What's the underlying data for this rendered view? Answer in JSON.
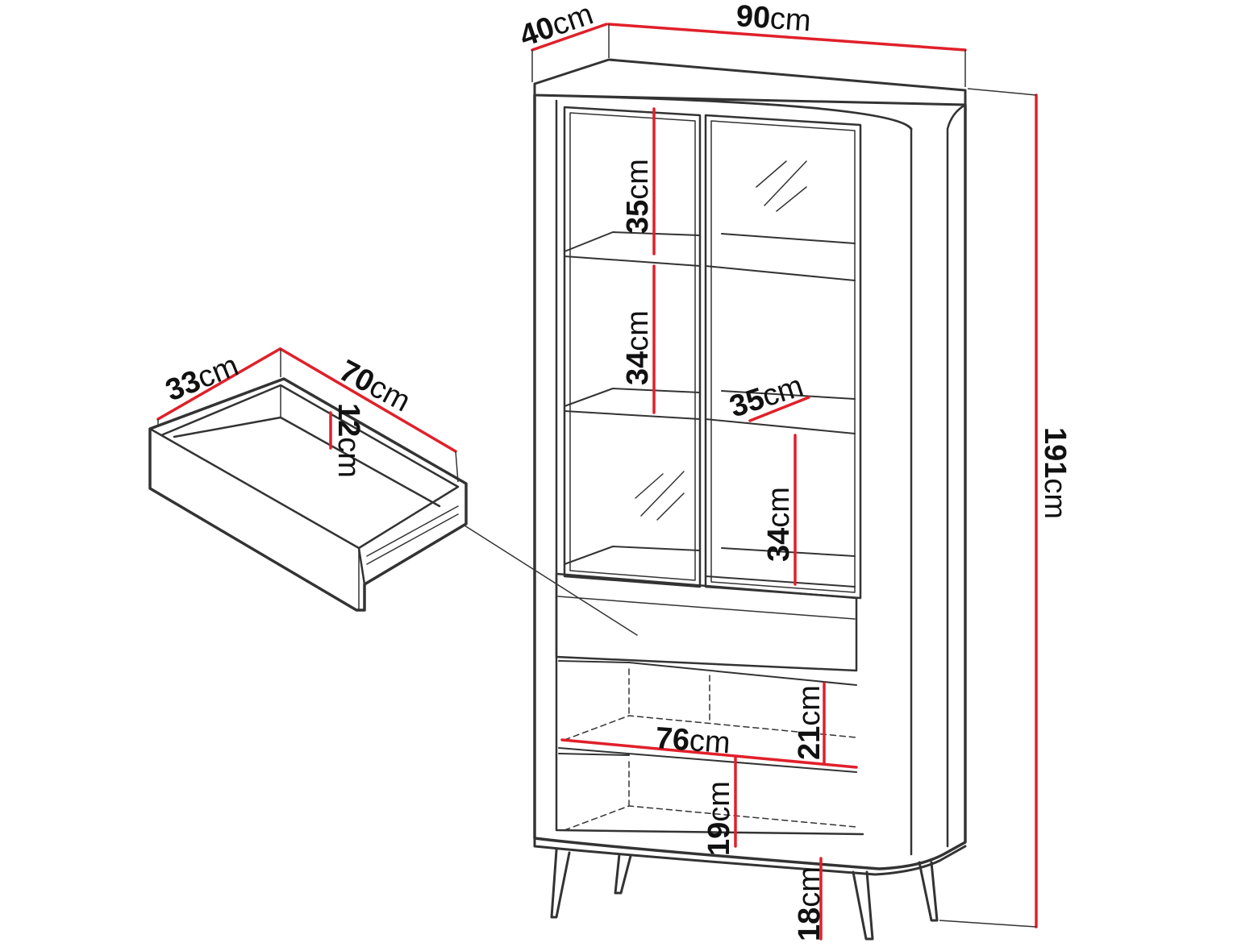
{
  "colors": {
    "outline": "#333333",
    "dimension": "#e0202a",
    "text": "#111111",
    "background": "#ffffff"
  },
  "dimensions": {
    "cabinet_depth": {
      "value": "40",
      "unit": "cm"
    },
    "cabinet_width": {
      "value": "90",
      "unit": "cm"
    },
    "cabinet_height": {
      "value": "191",
      "unit": "cm"
    },
    "top_shelf_height": {
      "value": "35",
      "unit": "cm"
    },
    "middle_shelf_height": {
      "value": "34",
      "unit": "cm"
    },
    "shelf_depth": {
      "value": "35",
      "unit": "cm"
    },
    "lower_glass_height": {
      "value": "34",
      "unit": "cm"
    },
    "inner_width": {
      "value": "76",
      "unit": "cm"
    },
    "upper_niche_height": {
      "value": "21",
      "unit": "cm"
    },
    "lower_niche_height": {
      "value": "19",
      "unit": "cm"
    },
    "leg_height": {
      "value": "18",
      "unit": "cm"
    },
    "drawer_depth": {
      "value": "33",
      "unit": "cm"
    },
    "drawer_width": {
      "value": "70",
      "unit": "cm"
    },
    "drawer_height": {
      "value": "12",
      "unit": "cm"
    }
  }
}
